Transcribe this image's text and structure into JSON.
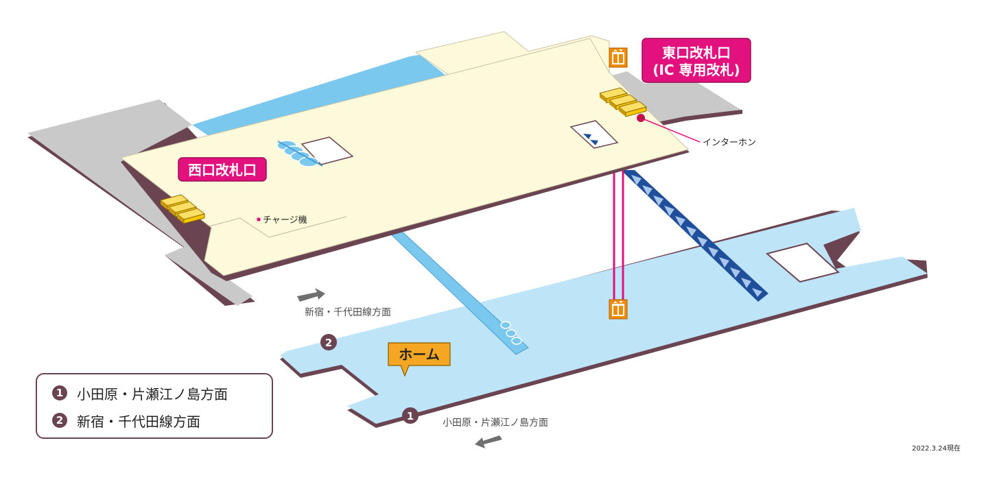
{
  "map": {
    "exits": {
      "east_line1": "東口改札口",
      "east_line2": "(IC 専用改札)",
      "west": "西口改札口"
    },
    "labels": {
      "intercom": "インターホン",
      "charge_machine": "チャージ機",
      "platform": "ホーム",
      "direction_shinjuku": "新宿・千代田線方面",
      "direction_odawara": "小田原・片瀬江ノ島方面"
    },
    "platform_numbers": {
      "one": "1",
      "two": "2"
    },
    "legend": [
      {
        "num": "1",
        "text": "小田原・片瀬江ノ島方面"
      },
      {
        "num": "2",
        "text": "新宿・千代田線方面"
      }
    ],
    "date": "2022.3.24現在",
    "colors": {
      "concourse": "#fdfadb",
      "outside": "#c9c9ca",
      "platform": "#bde4f7",
      "stairs_blue": "#7ac8ee",
      "exit_magenta": "#e3117d",
      "gate_yellow": "#f7c700",
      "elevator_orange": "#f08a00",
      "number_badge": "#6b4452",
      "platform_label": "#f5a623"
    },
    "icons": {
      "elevator": "elevator-icon",
      "ticket_gate": "ticket-gate-icon",
      "arrow": "direction-arrow-icon"
    }
  }
}
